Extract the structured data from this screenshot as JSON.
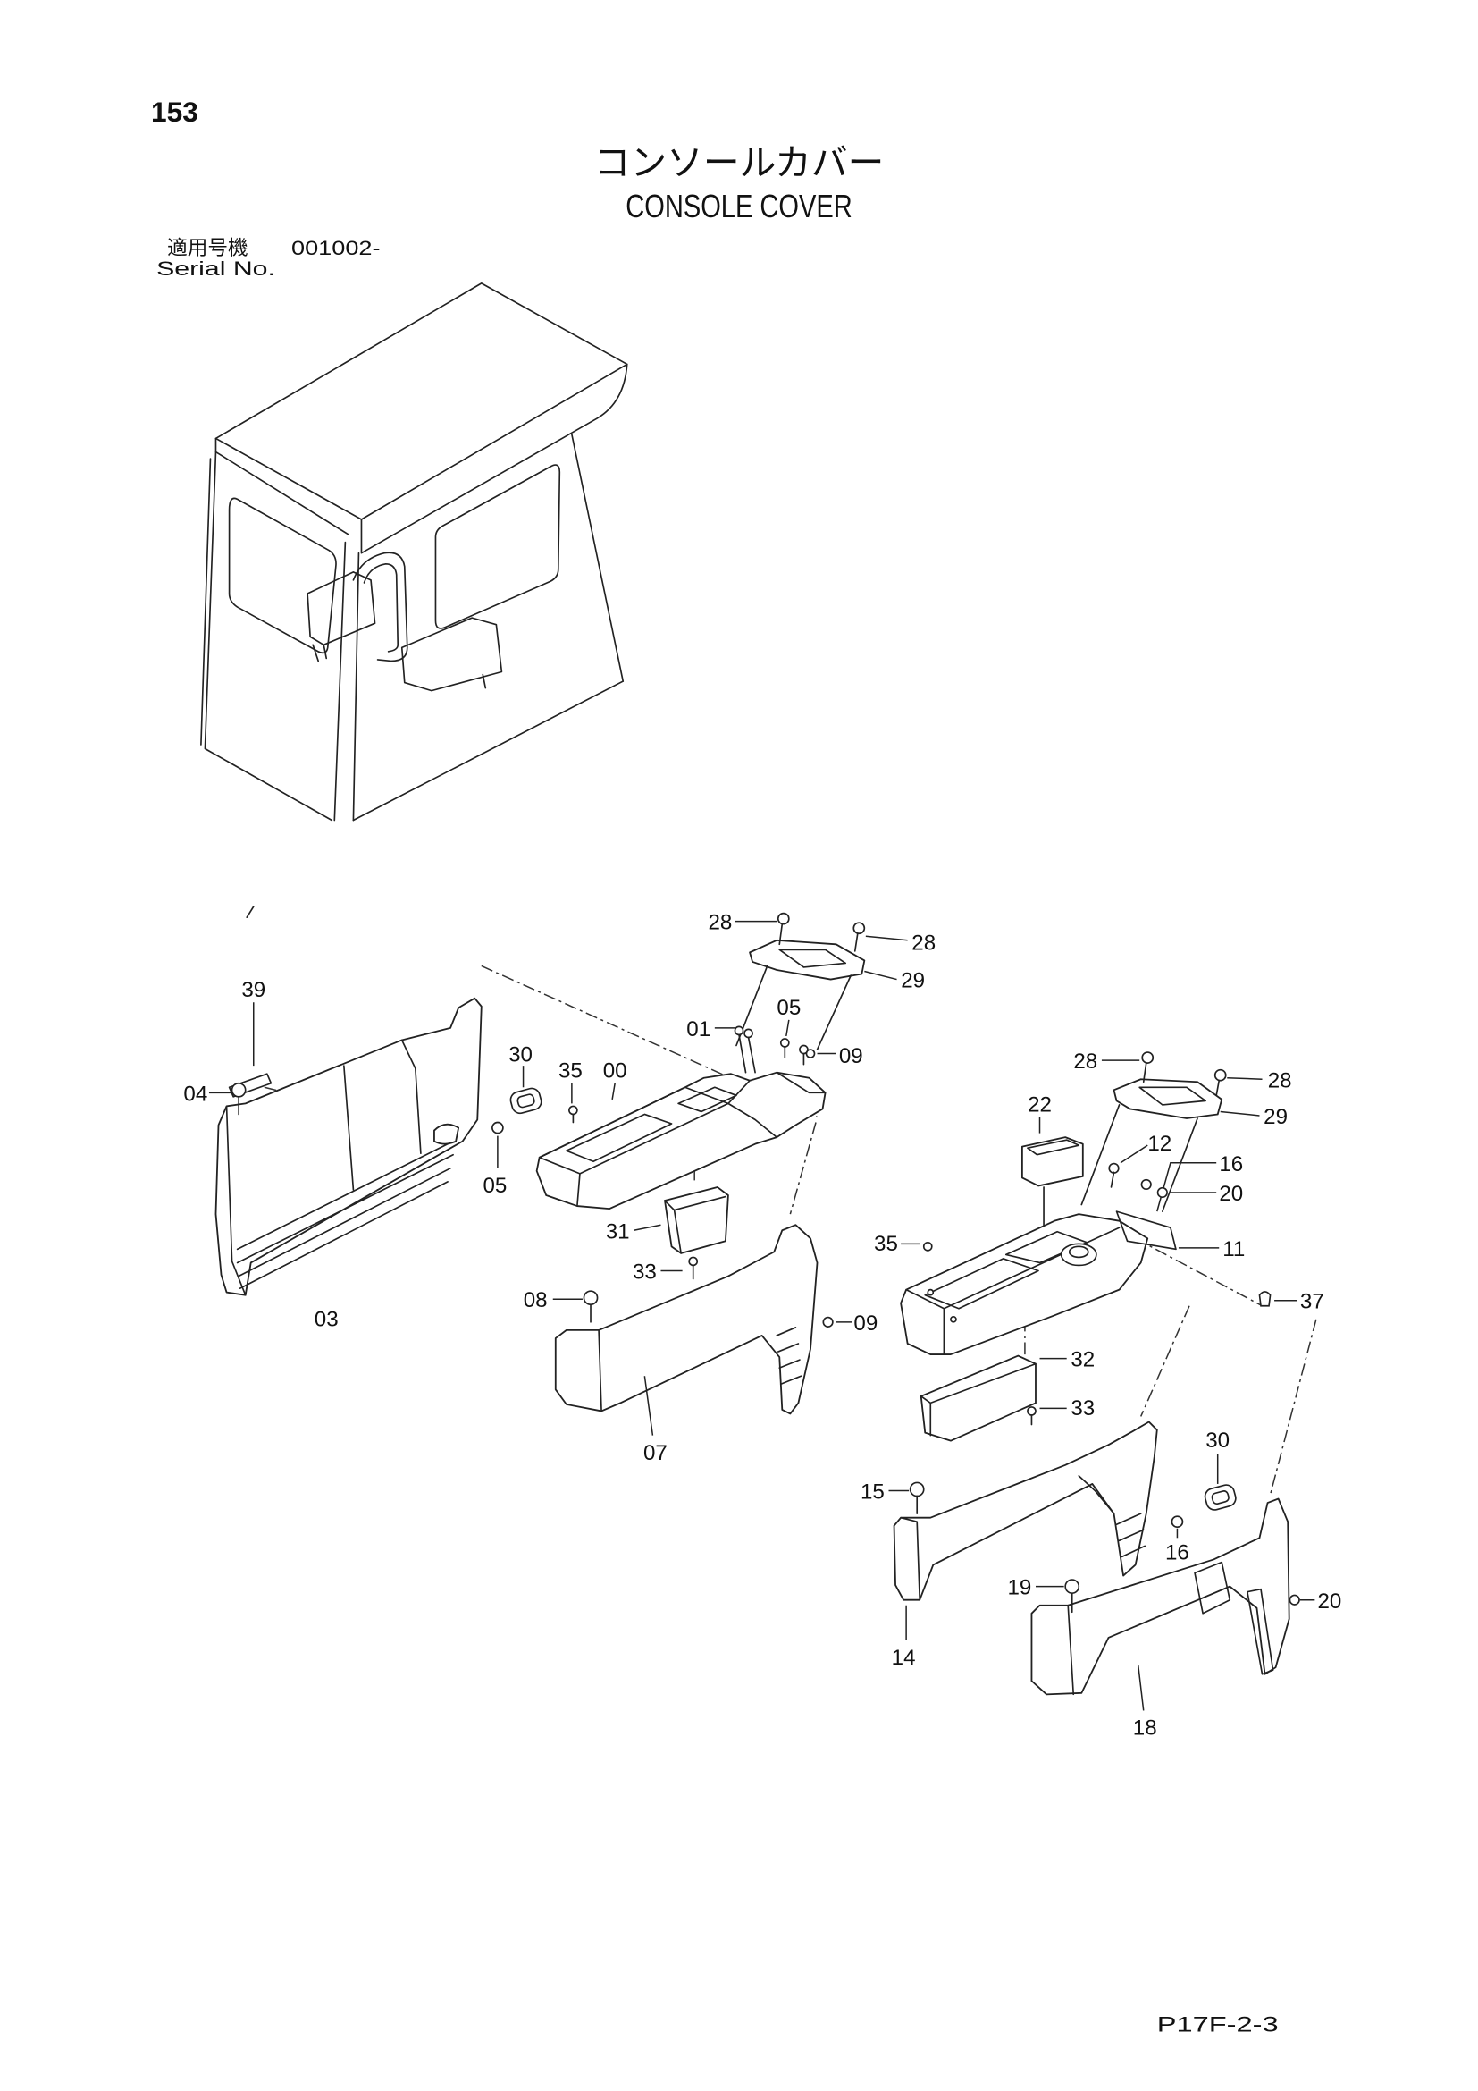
{
  "header": {
    "page_number": "153",
    "title_jp": "コンソールカバー",
    "title_en": "CONSOLE COVER"
  },
  "serial": {
    "label_jp": "適用号機",
    "value": "001002-",
    "label_en": "Serial No."
  },
  "footer": {
    "drawing_code": "P17F-2-3"
  },
  "callouts": [
    "28",
    "28",
    "29",
    "39",
    "05",
    "01",
    "09",
    "30",
    "35",
    "00",
    "04",
    "05",
    "31",
    "33",
    "08",
    "03",
    "09",
    "07",
    "28",
    "28",
    "29",
    "22",
    "12",
    "16",
    "20",
    "35",
    "11",
    "37",
    "32",
    "33",
    "30",
    "15",
    "16",
    "19",
    "20",
    "14",
    "18"
  ]
}
